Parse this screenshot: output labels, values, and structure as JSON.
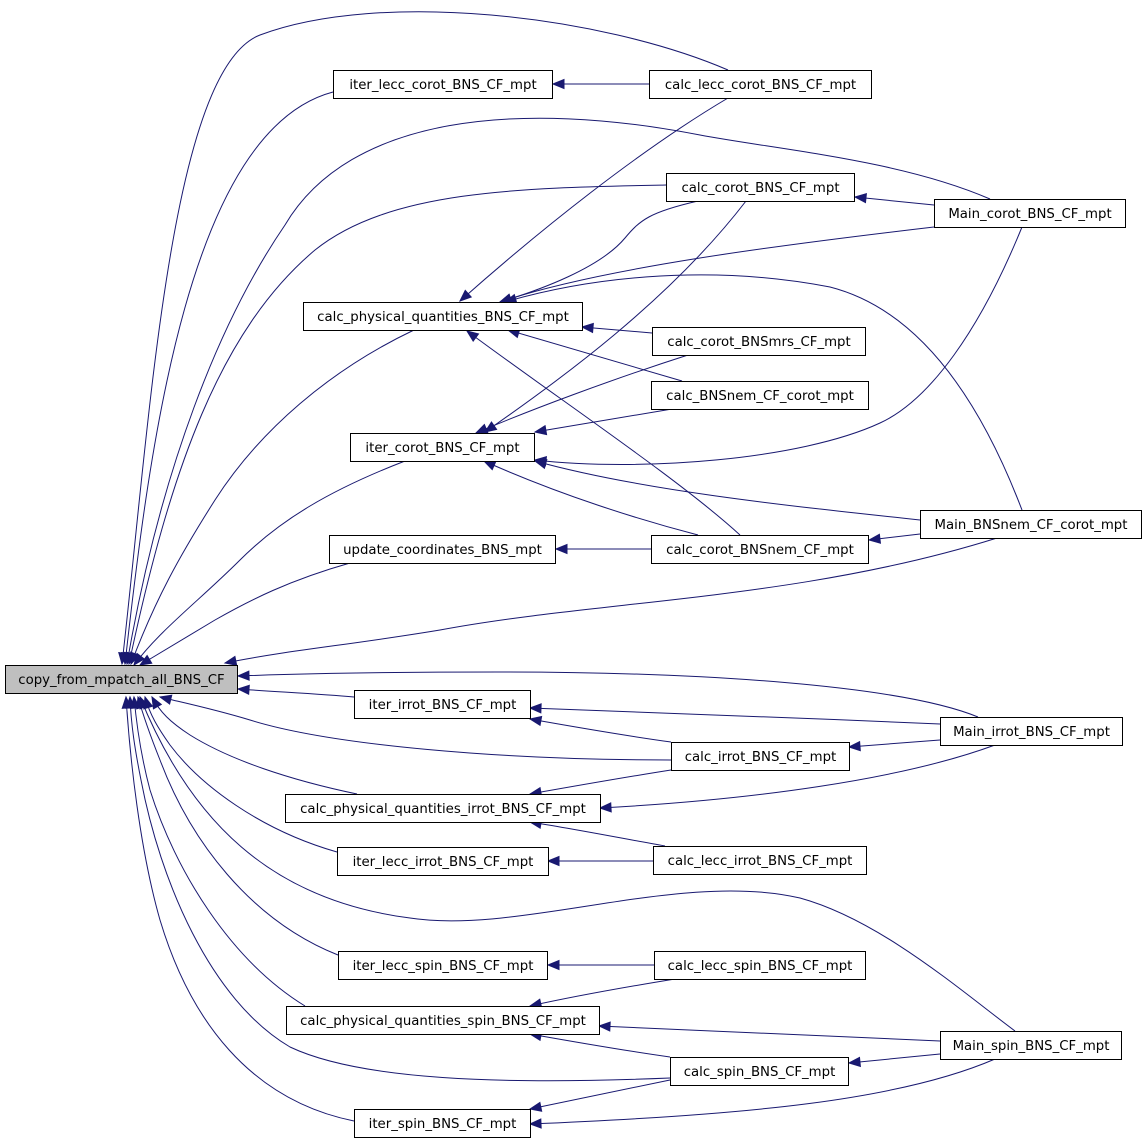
{
  "graph": {
    "type": "caller-graph",
    "root": "copy_from_mpatch_all_BNS_CF",
    "nodes": [
      {
        "id": "copy_from_mpatch_all_BNS_CF",
        "label": "copy_from_mpatch_all_BNS_CF",
        "root": true
      },
      {
        "id": "iter_lecc_corot_BNS_CF_mpt",
        "label": "iter_lecc_corot_BNS_CF_mpt"
      },
      {
        "id": "calc_lecc_corot_BNS_CF_mpt",
        "label": "calc_lecc_corot_BNS_CF_mpt"
      },
      {
        "id": "calc_corot_BNS_CF_mpt",
        "label": "calc_corot_BNS_CF_mpt"
      },
      {
        "id": "Main_corot_BNS_CF_mpt",
        "label": "Main_corot_BNS_CF_mpt"
      },
      {
        "id": "calc_physical_quantities_BNS_CF_mpt",
        "label": "calc_physical_quantities_BNS_CF_mpt"
      },
      {
        "id": "calc_corot_BNSmrs_CF_mpt",
        "label": "calc_corot_BNSmrs_CF_mpt"
      },
      {
        "id": "calc_BNSnem_CF_corot_mpt",
        "label": "calc_BNSnem_CF_corot_mpt"
      },
      {
        "id": "iter_corot_BNS_CF_mpt",
        "label": "iter_corot_BNS_CF_mpt"
      },
      {
        "id": "Main_BNSnem_CF_corot_mpt",
        "label": "Main_BNSnem_CF_corot_mpt"
      },
      {
        "id": "update_coordinates_BNS_mpt",
        "label": "update_coordinates_BNS_mpt"
      },
      {
        "id": "calc_corot_BNSnem_CF_mpt",
        "label": "calc_corot_BNSnem_CF_mpt"
      },
      {
        "id": "iter_irrot_BNS_CF_mpt",
        "label": "iter_irrot_BNS_CF_mpt"
      },
      {
        "id": "Main_irrot_BNS_CF_mpt",
        "label": "Main_irrot_BNS_CF_mpt"
      },
      {
        "id": "calc_irrot_BNS_CF_mpt",
        "label": "calc_irrot_BNS_CF_mpt"
      },
      {
        "id": "calc_physical_quantities_irrot_BNS_CF_mpt",
        "label": "calc_physical_quantities_irrot_BNS_CF_mpt"
      },
      {
        "id": "iter_lecc_irrot_BNS_CF_mpt",
        "label": "iter_lecc_irrot_BNS_CF_mpt"
      },
      {
        "id": "calc_lecc_irrot_BNS_CF_mpt",
        "label": "calc_lecc_irrot_BNS_CF_mpt"
      },
      {
        "id": "iter_lecc_spin_BNS_CF_mpt",
        "label": "iter_lecc_spin_BNS_CF_mpt"
      },
      {
        "id": "calc_lecc_spin_BNS_CF_mpt",
        "label": "calc_lecc_spin_BNS_CF_mpt"
      },
      {
        "id": "calc_physical_quantities_spin_BNS_CF_mpt",
        "label": "calc_physical_quantities_spin_BNS_CF_mpt"
      },
      {
        "id": "Main_spin_BNS_CF_mpt",
        "label": "Main_spin_BNS_CF_mpt"
      },
      {
        "id": "calc_spin_BNS_CF_mpt",
        "label": "calc_spin_BNS_CF_mpt"
      },
      {
        "id": "iter_spin_BNS_CF_mpt",
        "label": "iter_spin_BNS_CF_mpt"
      }
    ],
    "edges": [
      {
        "from": "iter_lecc_corot_BNS_CF_mpt",
        "to": "copy_from_mpatch_all_BNS_CF"
      },
      {
        "from": "calc_lecc_corot_BNS_CF_mpt",
        "to": "copy_from_mpatch_all_BNS_CF"
      },
      {
        "from": "Main_corot_BNS_CF_mpt",
        "to": "copy_from_mpatch_all_BNS_CF"
      },
      {
        "from": "calc_corot_BNS_CF_mpt",
        "to": "copy_from_mpatch_all_BNS_CF"
      },
      {
        "from": "calc_physical_quantities_BNS_CF_mpt",
        "to": "copy_from_mpatch_all_BNS_CF"
      },
      {
        "from": "iter_corot_BNS_CF_mpt",
        "to": "copy_from_mpatch_all_BNS_CF"
      },
      {
        "from": "update_coordinates_BNS_mpt",
        "to": "copy_from_mpatch_all_BNS_CF"
      },
      {
        "from": "Main_BNSnem_CF_corot_mpt",
        "to": "copy_from_mpatch_all_BNS_CF"
      },
      {
        "from": "Main_irrot_BNS_CF_mpt",
        "to": "copy_from_mpatch_all_BNS_CF"
      },
      {
        "from": "iter_irrot_BNS_CF_mpt",
        "to": "copy_from_mpatch_all_BNS_CF"
      },
      {
        "from": "calc_irrot_BNS_CF_mpt",
        "to": "copy_from_mpatch_all_BNS_CF"
      },
      {
        "from": "calc_physical_quantities_irrot_BNS_CF_mpt",
        "to": "copy_from_mpatch_all_BNS_CF"
      },
      {
        "from": "iter_lecc_irrot_BNS_CF_mpt",
        "to": "copy_from_mpatch_all_BNS_CF"
      },
      {
        "from": "Main_spin_BNS_CF_mpt",
        "to": "copy_from_mpatch_all_BNS_CF"
      },
      {
        "from": "iter_lecc_spin_BNS_CF_mpt",
        "to": "copy_from_mpatch_all_BNS_CF"
      },
      {
        "from": "calc_physical_quantities_spin_BNS_CF_mpt",
        "to": "copy_from_mpatch_all_BNS_CF"
      },
      {
        "from": "calc_spin_BNS_CF_mpt",
        "to": "copy_from_mpatch_all_BNS_CF"
      },
      {
        "from": "iter_spin_BNS_CF_mpt",
        "to": "copy_from_mpatch_all_BNS_CF"
      },
      {
        "from": "calc_lecc_corot_BNS_CF_mpt",
        "to": "iter_lecc_corot_BNS_CF_mpt"
      },
      {
        "from": "Main_corot_BNS_CF_mpt",
        "to": "calc_corot_BNS_CF_mpt"
      },
      {
        "from": "calc_lecc_corot_BNS_CF_mpt",
        "to": "calc_physical_quantities_BNS_CF_mpt"
      },
      {
        "from": "calc_corot_BNS_CF_mpt",
        "to": "calc_physical_quantities_BNS_CF_mpt"
      },
      {
        "from": "Main_corot_BNS_CF_mpt",
        "to": "calc_physical_quantities_BNS_CF_mpt"
      },
      {
        "from": "Main_BNSnem_CF_corot_mpt",
        "to": "calc_physical_quantities_BNS_CF_mpt"
      },
      {
        "from": "calc_corot_BNSmrs_CF_mpt",
        "to": "calc_physical_quantities_BNS_CF_mpt"
      },
      {
        "from": "calc_BNSnem_CF_corot_mpt",
        "to": "calc_physical_quantities_BNS_CF_mpt"
      },
      {
        "from": "calc_corot_BNSnem_CF_mpt",
        "to": "calc_physical_quantities_BNS_CF_mpt"
      },
      {
        "from": "calc_corot_BNS_CF_mpt",
        "to": "iter_corot_BNS_CF_mpt"
      },
      {
        "from": "calc_corot_BNSmrs_CF_mpt",
        "to": "iter_corot_BNS_CF_mpt"
      },
      {
        "from": "calc_BNSnem_CF_corot_mpt",
        "to": "iter_corot_BNS_CF_mpt"
      },
      {
        "from": "Main_corot_BNS_CF_mpt",
        "to": "iter_corot_BNS_CF_mpt"
      },
      {
        "from": "Main_BNSnem_CF_corot_mpt",
        "to": "iter_corot_BNS_CF_mpt"
      },
      {
        "from": "calc_corot_BNSnem_CF_mpt",
        "to": "iter_corot_BNS_CF_mpt"
      },
      {
        "from": "calc_corot_BNSnem_CF_mpt",
        "to": "update_coordinates_BNS_mpt"
      },
      {
        "from": "Main_BNSnem_CF_corot_mpt",
        "to": "calc_corot_BNSnem_CF_mpt"
      },
      {
        "from": "Main_irrot_BNS_CF_mpt",
        "to": "iter_irrot_BNS_CF_mpt"
      },
      {
        "from": "calc_irrot_BNS_CF_mpt",
        "to": "iter_irrot_BNS_CF_mpt"
      },
      {
        "from": "Main_irrot_BNS_CF_mpt",
        "to": "calc_irrot_BNS_CF_mpt"
      },
      {
        "from": "calc_irrot_BNS_CF_mpt",
        "to": "calc_physical_quantities_irrot_BNS_CF_mpt"
      },
      {
        "from": "Main_irrot_BNS_CF_mpt",
        "to": "calc_physical_quantities_irrot_BNS_CF_mpt"
      },
      {
        "from": "calc_lecc_irrot_BNS_CF_mpt",
        "to": "calc_physical_quantities_irrot_BNS_CF_mpt"
      },
      {
        "from": "calc_lecc_irrot_BNS_CF_mpt",
        "to": "iter_lecc_irrot_BNS_CF_mpt"
      },
      {
        "from": "calc_lecc_spin_BNS_CF_mpt",
        "to": "iter_lecc_spin_BNS_CF_mpt"
      },
      {
        "from": "calc_lecc_spin_BNS_CF_mpt",
        "to": "calc_physical_quantities_spin_BNS_CF_mpt"
      },
      {
        "from": "Main_spin_BNS_CF_mpt",
        "to": "calc_physical_quantities_spin_BNS_CF_mpt"
      },
      {
        "from": "calc_spin_BNS_CF_mpt",
        "to": "calc_physical_quantities_spin_BNS_CF_mpt"
      },
      {
        "from": "Main_spin_BNS_CF_mpt",
        "to": "calc_spin_BNS_CF_mpt"
      },
      {
        "from": "calc_spin_BNS_CF_mpt",
        "to": "iter_spin_BNS_CF_mpt"
      },
      {
        "from": "Main_spin_BNS_CF_mpt",
        "to": "iter_spin_BNS_CF_mpt"
      }
    ]
  },
  "colors": {
    "edge": "#191970",
    "root_fill": "#bfbfbf",
    "node_fill": "#ffffff",
    "node_border": "#000000",
    "background": "#ffffff"
  }
}
